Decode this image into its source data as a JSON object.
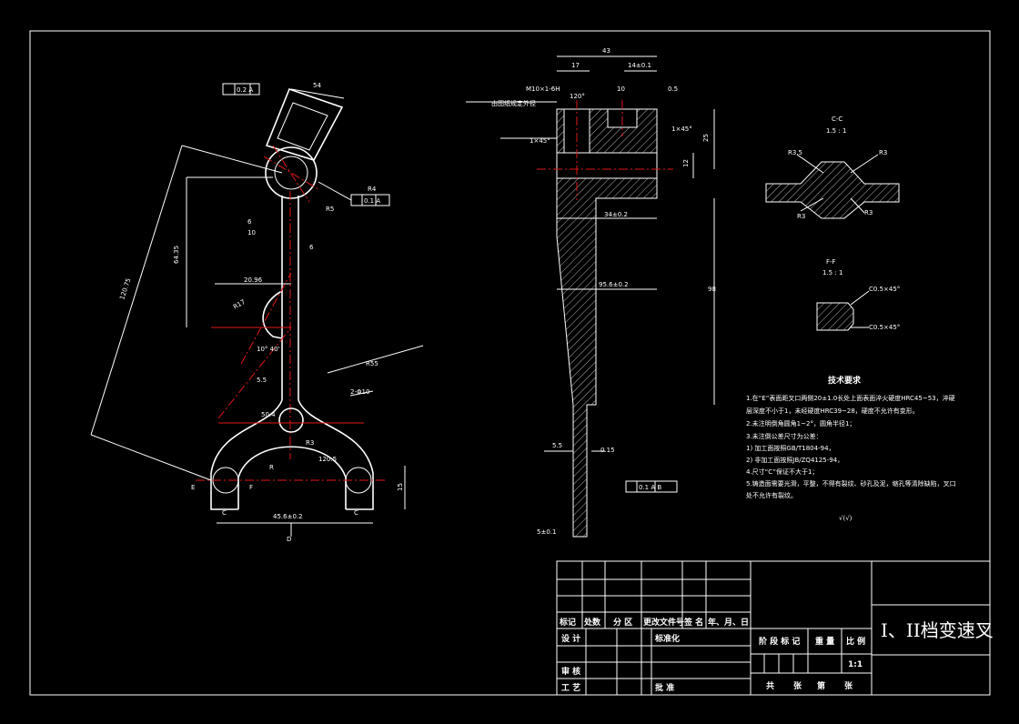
{
  "drawing": {
    "title": "I、II档变速叉",
    "scale": "1:1",
    "tech_req_title": "技术要求",
    "tech_req_lines": [
      "1.在“E”表面距叉口两侧20±1.0长处上面表面淬火硬度HRC45~53，淬硬",
      "层深度不小于1，未经硬度HRC39~28，硬度不允许有变形。",
      "2.未注明倒角圆角1~2°，圆角半径1；",
      "3.未注倒公差尺寸为公差：",
      "  1) 加工面按照GB/T1804-94，",
      "  2) 非加工面按照JB/ZQ4125-94，",
      "4.尺寸“C”保证不大于1；",
      "5.铸造面需要光滑，平整，不得有裂纹、砂孔及泥，缩孔等清除缺陷，叉口",
      "处不允许有裂纹。"
    ],
    "section_cc": {
      "label": "C-C",
      "scale": "1.5 : 1",
      "dims": [
        "R3.5",
        "R3",
        "R3",
        "R3"
      ]
    },
    "section_ff": {
      "label": "F-F",
      "scale": "1.5 : 1",
      "dims": [
        "C0.5×45°",
        "C0.5×45°"
      ]
    },
    "roughness_note": "√(√)",
    "title_block": {
      "row_labels": [
        "标记",
        "处数",
        "分 区",
        "更改文件号",
        "签 名",
        "年、月、日"
      ],
      "design": "设 计",
      "standard": "标准化",
      "review": "审 核",
      "process": "工 艺",
      "approve": "批 准",
      "stage": "阶 段 标 记",
      "weight": "重 量",
      "ratio": "比 例",
      "total": "共",
      "sheets": "张",
      "page": "第",
      "sheet2": "张"
    }
  },
  "front_view_dims": [
    "54",
    "R4",
    "R5",
    "6",
    "10",
    "6",
    "64.35",
    "20.96",
    "R17",
    "10° 40'",
    "5.5",
    "120.75",
    "R55",
    "2-Φ10",
    "50.4",
    "R",
    "R3",
    "120.5",
    "45.6±0.2",
    "15",
    "C",
    "C",
    "E",
    "F",
    "D"
  ],
  "side_view_dims": [
    "43",
    "17",
    "14±0.1",
    "M10×1-6H",
    "120°",
    "10",
    "0.5",
    "1×45°",
    "1×45°",
    "25",
    "12",
    "34±0.2",
    "95.6±0.2",
    "98",
    "5.5",
    "0.15",
    "5±0.1",
    "由图纸规定外径"
  ],
  "tolerance_frames": [
    "0.2 A",
    "0.1 A",
    "0.1 A B"
  ]
}
